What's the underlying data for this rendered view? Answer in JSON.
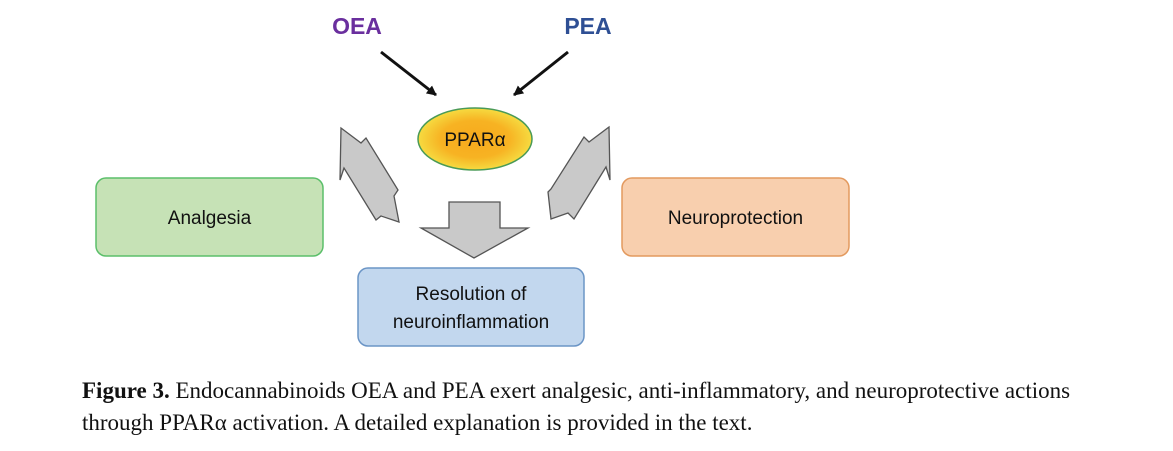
{
  "diagram": {
    "inputs": {
      "oea": {
        "label": "OEA",
        "color": "#6a2f9e"
      },
      "pea": {
        "label": "PEA",
        "color": "#2e4f94"
      }
    },
    "hub": {
      "label": "PPARα"
    },
    "outcomes": {
      "analgesia": {
        "label": "Analgesia"
      },
      "neuroprotection": {
        "label": "Neuroprotection"
      },
      "resolution": {
        "line1": "Resolution of",
        "line2": "neuroinflammation"
      }
    }
  },
  "caption": {
    "label": "Figure 3.",
    "text": "Endocannabinoids OEA and PEA exert analgesic, anti-inflammatory, and neuroprotective actions through PPARα activation. A detailed explanation is provided in the text."
  },
  "colors": {
    "analgesia_fill": "#c6e2b6",
    "analgesia_stroke": "#5bbf6a",
    "neuroprotection_fill": "#f8cfae",
    "neuroprotection_stroke": "#e39a5f",
    "resolution_fill": "#c2d7ee",
    "resolution_stroke": "#6b95c6",
    "hub_center": "#f7a91c",
    "hub_edge": "#f5e548",
    "arrow_fill": "#c9c9c9",
    "arrow_stroke": "#555555"
  }
}
